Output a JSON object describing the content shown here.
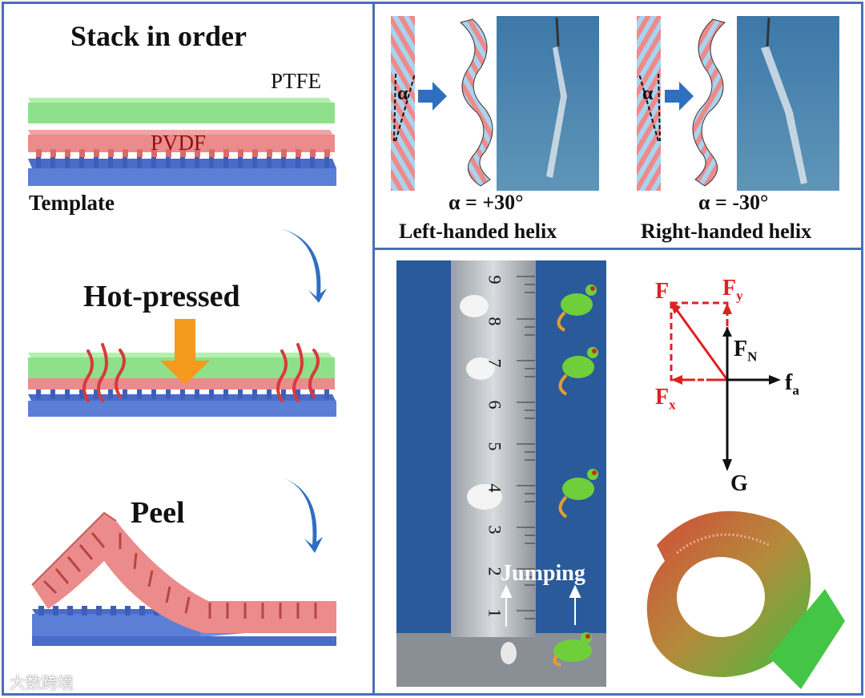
{
  "left_panel": {
    "title": "Stack in order",
    "layer_top": "PTFE",
    "layer_middle": "PVDF",
    "layer_bottom": "Template",
    "step_two": "Hot-pressed",
    "step_three": "Peel"
  },
  "top_right": {
    "alpha_symbol": "α",
    "left_angle": "α = +30°",
    "left_caption": "Left-handed helix",
    "right_angle": "α = -30°",
    "right_caption": "Right-handed helix"
  },
  "bottom_right": {
    "ruler_numbers": [
      "9",
      "8",
      "7",
      "6",
      "5",
      "4",
      "3",
      "2",
      "1"
    ],
    "jumping_label": "Jumping",
    "force_F": "F",
    "force_Fy": "F",
    "force_Fy_sub": "y",
    "force_FN": "F",
    "force_FN_sub": "N",
    "force_Fx": "F",
    "force_Fx_sub": "x",
    "force_fa": "f",
    "force_fa_sub": "a",
    "force_G": "G"
  },
  "watermark": "大数跨境",
  "colors": {
    "frame": "#4a6fb5",
    "ptfe": "#8fe08a",
    "pvdf": "#ec8b8b",
    "template": "#5b7fd6",
    "arrow_blue": "#2f6fc0",
    "arrow_orange": "#f59a1c",
    "force_red": "#e02020"
  }
}
